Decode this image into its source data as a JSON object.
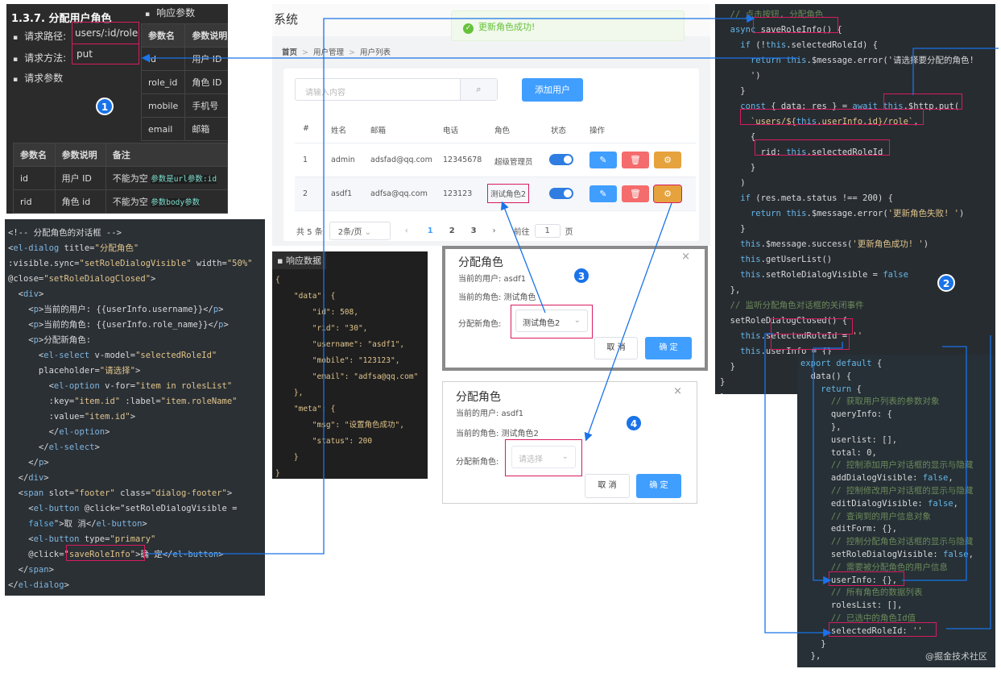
{
  "panel1": {
    "title": "1.3.7. 分配用户角色",
    "resp_label": "响应参数",
    "path_label": "请求路径:",
    "path_val": "users/:id/role",
    "method_label": "请求方法:",
    "method_val": "put",
    "params_label": "请求参数",
    "badge": "1",
    "resp_headers": [
      "参数名",
      "参数说明"
    ],
    "resp_rows": [
      [
        "id",
        "用户 ID"
      ],
      [
        "role_id",
        "角色 ID"
      ],
      [
        "mobile",
        "手机号"
      ],
      [
        "email",
        "邮箱"
      ]
    ],
    "req_headers": [
      "参数名",
      "参数说明",
      "备注"
    ],
    "req_rows": [
      [
        "id",
        "用户 ID",
        "不能为空",
        "参数是url参数:id"
      ],
      [
        "rid",
        "角色 id",
        "不能为空",
        "参数body参数"
      ]
    ]
  },
  "app": {
    "title": "系统",
    "toast": "更新角色成功!",
    "breadcrumb": [
      "首页",
      "用户管理",
      "用户列表"
    ],
    "search_placeholder": "请输入内容",
    "add_btn": "添加用户",
    "headers": [
      "#",
      "姓名",
      "邮箱",
      "电话",
      "角色",
      "状态",
      "操作"
    ],
    "rows": [
      [
        "1",
        "admin",
        "adsfad@qq.com",
        "12345678",
        "超级管理员"
      ],
      [
        "2",
        "asdf1",
        "adfsa@qq.com",
        "123123",
        "测试角色2"
      ]
    ],
    "pager": {
      "total": "共 5 条",
      "size": "2条/页",
      "pages": [
        "1",
        "2",
        "3"
      ],
      "goto": "前往",
      "goto_val": "1",
      "page_suffix": "页"
    }
  },
  "code_dialog": [
    "<!-- 分配角色的对话框 -->",
    "<el-dialog title=\"分配角色\"",
    ":visible.sync=\"setRoleDialogVisible\" width=\"50%\"",
    "@close=\"setRoleDialogClosed\">",
    "  <div>",
    "    <p>当前的用户: {{userInfo.username}}</p>",
    "    <p>当前的角色: {{userInfo.role_name}}</p>",
    "    <p>分配新角色:",
    "      <el-select v-model=\"selectedRoleId\"",
    "      placeholder=\"请选择\">",
    "        <el-option v-for=\"item in rolesList\"",
    "        :key=\"item.id\" :label=\"item.roleName\"",
    "        :value=\"item.id\">",
    "        </el-option>",
    "      </el-select>",
    "    </p>",
    "  </div>",
    "  <span slot=\"footer\" class=\"dialog-footer\">",
    "    <el-button @click=\"setRoleDialogVisible =",
    "    false\">取 消</el-button>",
    "    <el-button type=\"primary\"",
    "    @click=\"saveRoleInfo\">确 定</el-button>",
    "  </span>",
    "</el-dialog>"
  ],
  "resp_data": {
    "label": "响应数据",
    "lines": [
      "{",
      "    \"data\": {",
      "        \"id\": 508,",
      "        \"rid\": \"30\",",
      "        \"username\": \"asdf1\",",
      "        \"mobile\": \"123123\",",
      "        \"email\": \"adfsa@qq.com\"",
      "    },",
      "    \"meta\": {",
      "        \"msg\": \"设置角色成功\",",
      "        \"status\": 200",
      "    }",
      "}"
    ]
  },
  "dlg3": {
    "title": "分配角色",
    "user": "当前的用户: asdf1",
    "role": "当前的角色: 测试角色",
    "new_label": "分配新角色:",
    "select": "测试角色2",
    "cancel": "取 消",
    "ok": "确 定",
    "badge": "3"
  },
  "dlg4": {
    "title": "分配角色",
    "user": "当前的用户: asdf1",
    "role": "当前的角色: 测试角色2",
    "new_label": "分配新角色:",
    "select": "请选择",
    "cancel": "取 消",
    "ok": "确 定",
    "badge": "4"
  },
  "code_method": [
    "  // 点击按钮, 分配角色",
    "  async saveRoleInfo() {",
    "    if (!this.selectedRoleId) {",
    "      return this.$message.error('请选择要分配的角色!",
    "      ')",
    "    }",
    "    const { data: res } = await this.$http.put(",
    "      `users/${this.userInfo.id}/role`,",
    "      {",
    "        rid: this.selectedRoleId",
    "      }",
    "    )",
    "    if (res.meta.status !== 200) {",
    "      return this.$message.error('更新角色失败! ')",
    "    }",
    "    this.$message.success('更新角色成功! ')",
    "    this.getUserList()",
    "    this.setRoleDialogVisible = false",
    "  },",
    "  // 监听分配角色对话框的关闭事件",
    "  setRoleDialogClosed() {",
    "    this.selectedRoleId = ''",
    "    this.userInfo = {}",
    "  }",
    "}",
    "}"
  ],
  "method_badge": "2",
  "code_data": [
    "export default {",
    "  data() {",
    "    return {",
    "      // 获取用户列表的参数对象",
    "      queryInfo: {",
    "      },",
    "      userlist: [],",
    "      total: 0,",
    "      // 控制添加用户对话框的显示与隐藏",
    "      addDialogVisible: false,",
    "      // 控制修改用户对话框的显示与隐藏",
    "      editDialogVisible: false,",
    "      // 查询到的用户信息对象",
    "      editForm: {},",
    "      // 控制分配角色对话框的显示与隐藏",
    "      setRoleDialogVisible: false,",
    "      // 需要被分配角色的用户信息",
    "      userInfo: {},",
    "      // 所有角色的数据列表",
    "      rolesList: [],",
    "      // 已选中的角色Id值",
    "      selectedRoleId: ''",
    "    }",
    "  },"
  ],
  "watermark": "@掘金技术社区",
  "colors": {
    "accent": "#409eff",
    "danger": "#f56c6c",
    "warning": "#e6a23c",
    "highlight": "#d81b60",
    "arrow": "#1a73e8"
  }
}
